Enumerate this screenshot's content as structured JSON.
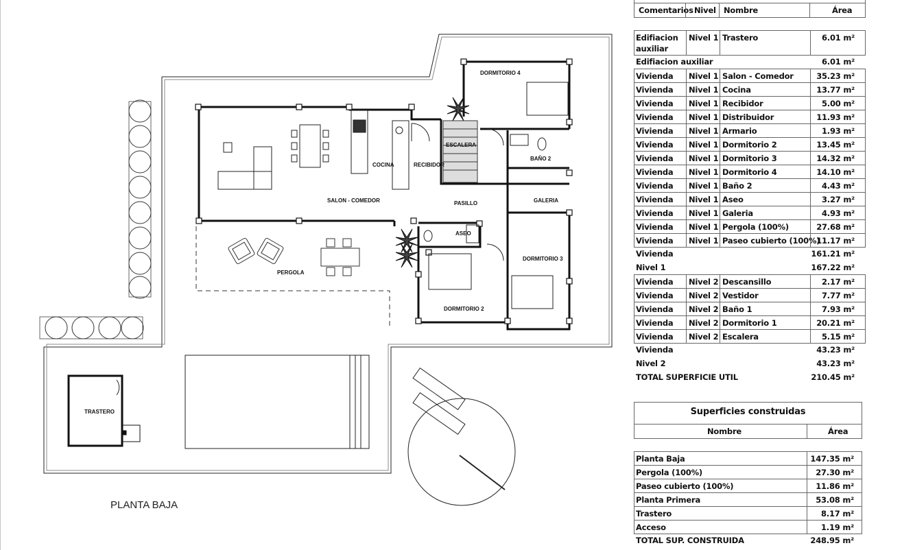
{
  "plan": {
    "title": "PLANTA BAJA",
    "rooms": {
      "dormitorio4": "DORMITORIO 4",
      "escalera": "ESCALERA",
      "bano2": "BAÑO 2",
      "cocina": "COCINA",
      "recibidor": "RECIBIDOR",
      "salon": "SALON - COMEDOR",
      "pasillo": "PASILLO",
      "galeria": "GALERIA",
      "aseo": "ASEO",
      "dormitorio3": "DORMITORIO 3",
      "pergola": "PERGOLA",
      "dormitorio2": "DORMITORIO 2",
      "trastero": "TRASTERO"
    }
  },
  "util_table": {
    "headers": [
      "Comentarios",
      "Nivel",
      "Nombre",
      "Área"
    ],
    "rows": [
      {
        "c": "Edifiacion auxiliar",
        "n": "Nivel 1",
        "name": "Trastero",
        "a": "6.01 m²",
        "tall": true,
        "boxed": true
      },
      {
        "c": "Edifiacion auxiliar",
        "n": "",
        "name": "",
        "a": "6.01 m²"
      },
      {
        "c": "Vivienda",
        "n": "Nivel 1",
        "name": "Salon - Comedor",
        "a": "35.23 m²",
        "boxed": true
      },
      {
        "c": "Vivienda",
        "n": "Nivel 1",
        "name": "Cocina",
        "a": "13.77 m²",
        "boxed": true
      },
      {
        "c": "Vivienda",
        "n": "Nivel 1",
        "name": "Recibidor",
        "a": "5.00 m²",
        "boxed": true
      },
      {
        "c": "Vivienda",
        "n": "Nivel 1",
        "name": "Distribuidor",
        "a": "11.93 m²",
        "boxed": true
      },
      {
        "c": "Vivienda",
        "n": "Nivel 1",
        "name": "Armario",
        "a": "1.93 m²",
        "boxed": true
      },
      {
        "c": "Vivienda",
        "n": "Nivel 1",
        "name": "Dormitorio 2",
        "a": "13.45 m²",
        "boxed": true
      },
      {
        "c": "Vivienda",
        "n": "Nivel 1",
        "name": "Dormitorio 3",
        "a": "14.32 m²",
        "boxed": true
      },
      {
        "c": "Vivienda",
        "n": "Nivel 1",
        "name": "Dormitorio 4",
        "a": "14.10 m²",
        "boxed": true
      },
      {
        "c": "Vivienda",
        "n": "Nivel 1",
        "name": "Baño 2",
        "a": "4.43 m²",
        "boxed": true
      },
      {
        "c": "Vivienda",
        "n": "Nivel 1",
        "name": "Aseo",
        "a": "3.27 m²",
        "boxed": true
      },
      {
        "c": "Vivienda",
        "n": "Nivel 1",
        "name": "Galeria",
        "a": "4.93 m²",
        "boxed": true
      },
      {
        "c": "Vivienda",
        "n": "Nivel 1",
        "name": "Pergola (100%)",
        "a": "27.68 m²",
        "boxed": true
      },
      {
        "c": "Vivienda",
        "n": "Nivel 1",
        "name": "Paseo cubierto (100%)",
        "a": "11.17 m²",
        "boxed": true
      },
      {
        "c": "Vivienda",
        "n": "",
        "name": "",
        "a": "161.21 m²"
      },
      {
        "c": "Nivel 1",
        "n": "",
        "name": "",
        "a": "167.22 m²"
      },
      {
        "c": "Vivienda",
        "n": "Nivel 2",
        "name": "Descansillo",
        "a": "2.17 m²",
        "boxed": true
      },
      {
        "c": "Vivienda",
        "n": "Nivel 2",
        "name": "Vestidor",
        "a": "7.77 m²",
        "boxed": true
      },
      {
        "c": "Vivienda",
        "n": "Nivel 2",
        "name": "Baño 1",
        "a": "7.93 m²",
        "boxed": true
      },
      {
        "c": "Vivienda",
        "n": "Nivel 2",
        "name": "Dormitorio 1",
        "a": "20.21 m²",
        "boxed": true
      },
      {
        "c": "Vivienda",
        "n": "Nivel 2",
        "name": "Escalera",
        "a": "5.15 m²",
        "boxed": true
      },
      {
        "c": "Vivienda",
        "n": "",
        "name": "",
        "a": "43.23 m²"
      },
      {
        "c": "Nivel 2",
        "n": "",
        "name": "",
        "a": "43.23 m²"
      },
      {
        "c": "TOTAL SUPERFICIE UTIL",
        "n": "",
        "name": "",
        "a": "210.45 m²"
      }
    ]
  },
  "built_table": {
    "title": "Superficies construidas",
    "headers": [
      "Nombre",
      "Área"
    ],
    "rows": [
      {
        "name": "Planta Baja",
        "a": "147.35 m²",
        "boxed": true
      },
      {
        "name": "Pergola (100%)",
        "a": "27.30 m²",
        "boxed": true
      },
      {
        "name": "Paseo cubierto (100%)",
        "a": "11.86 m²",
        "boxed": true
      },
      {
        "name": "Planta Primera",
        "a": "53.08 m²",
        "boxed": true
      },
      {
        "name": "Trastero",
        "a": "8.17 m²",
        "boxed": true
      },
      {
        "name": "Acceso",
        "a": "1.19 m²",
        "boxed": true
      },
      {
        "name": "TOTAL SUP. CONSTRUIDA",
        "a": "248.95 m²"
      }
    ]
  }
}
